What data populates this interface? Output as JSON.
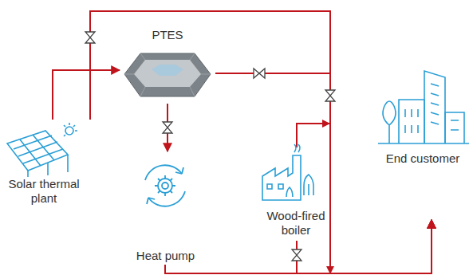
{
  "diagram": {
    "nodes": [
      {
        "text": [
          "Solar thermal plant"
        ]
      },
      {
        "text": [
          "PTES"
        ]
      },
      {
        "text": [
          "Heat pump"
        ]
      },
      {
        "text": [
          "Wood-fired boiler"
        ]
      },
      {
        "text": [
          "End customer"
        ]
      }
    ],
    "edges": [
      {
        "from": 0,
        "to": 1,
        "arrow": "to"
      },
      {
        "from": 0,
        "to": 4,
        "arrow": "to"
      },
      {
        "from": 1,
        "to": 4,
        "arrow": "to"
      },
      {
        "from": 1,
        "to": 2,
        "arrow": "to"
      },
      {
        "from": 2,
        "to": 4,
        "arrow": "to"
      },
      {
        "from": 3,
        "to": 4,
        "arrow": "to"
      }
    ]
  }
}
